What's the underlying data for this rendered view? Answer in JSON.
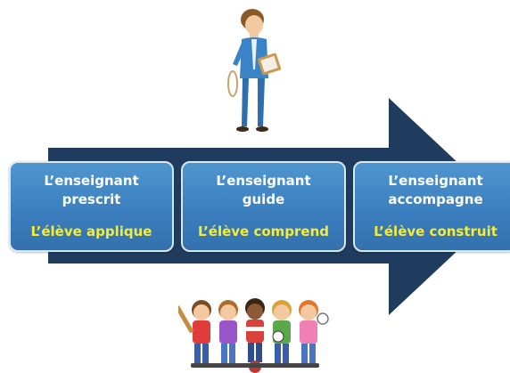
{
  "colors": {
    "arrow": "#1f3c5e",
    "box_fill": "#3b7fbf",
    "role_text": "#ffffff",
    "student_text": "#f5ec37"
  },
  "stages": [
    {
      "role_line1": "L’enseignant",
      "role_line2": "prescrit",
      "student": "L’élève applique"
    },
    {
      "role_line1": "L’enseignant",
      "role_line2": "guide",
      "student": "L’élève comprend"
    },
    {
      "role_line1": "L’enseignant",
      "role_line2": "accompagne",
      "student": "L’élève construit"
    }
  ],
  "illustrations": {
    "top": "teacher-icon",
    "bottom": "children-group-icon"
  }
}
